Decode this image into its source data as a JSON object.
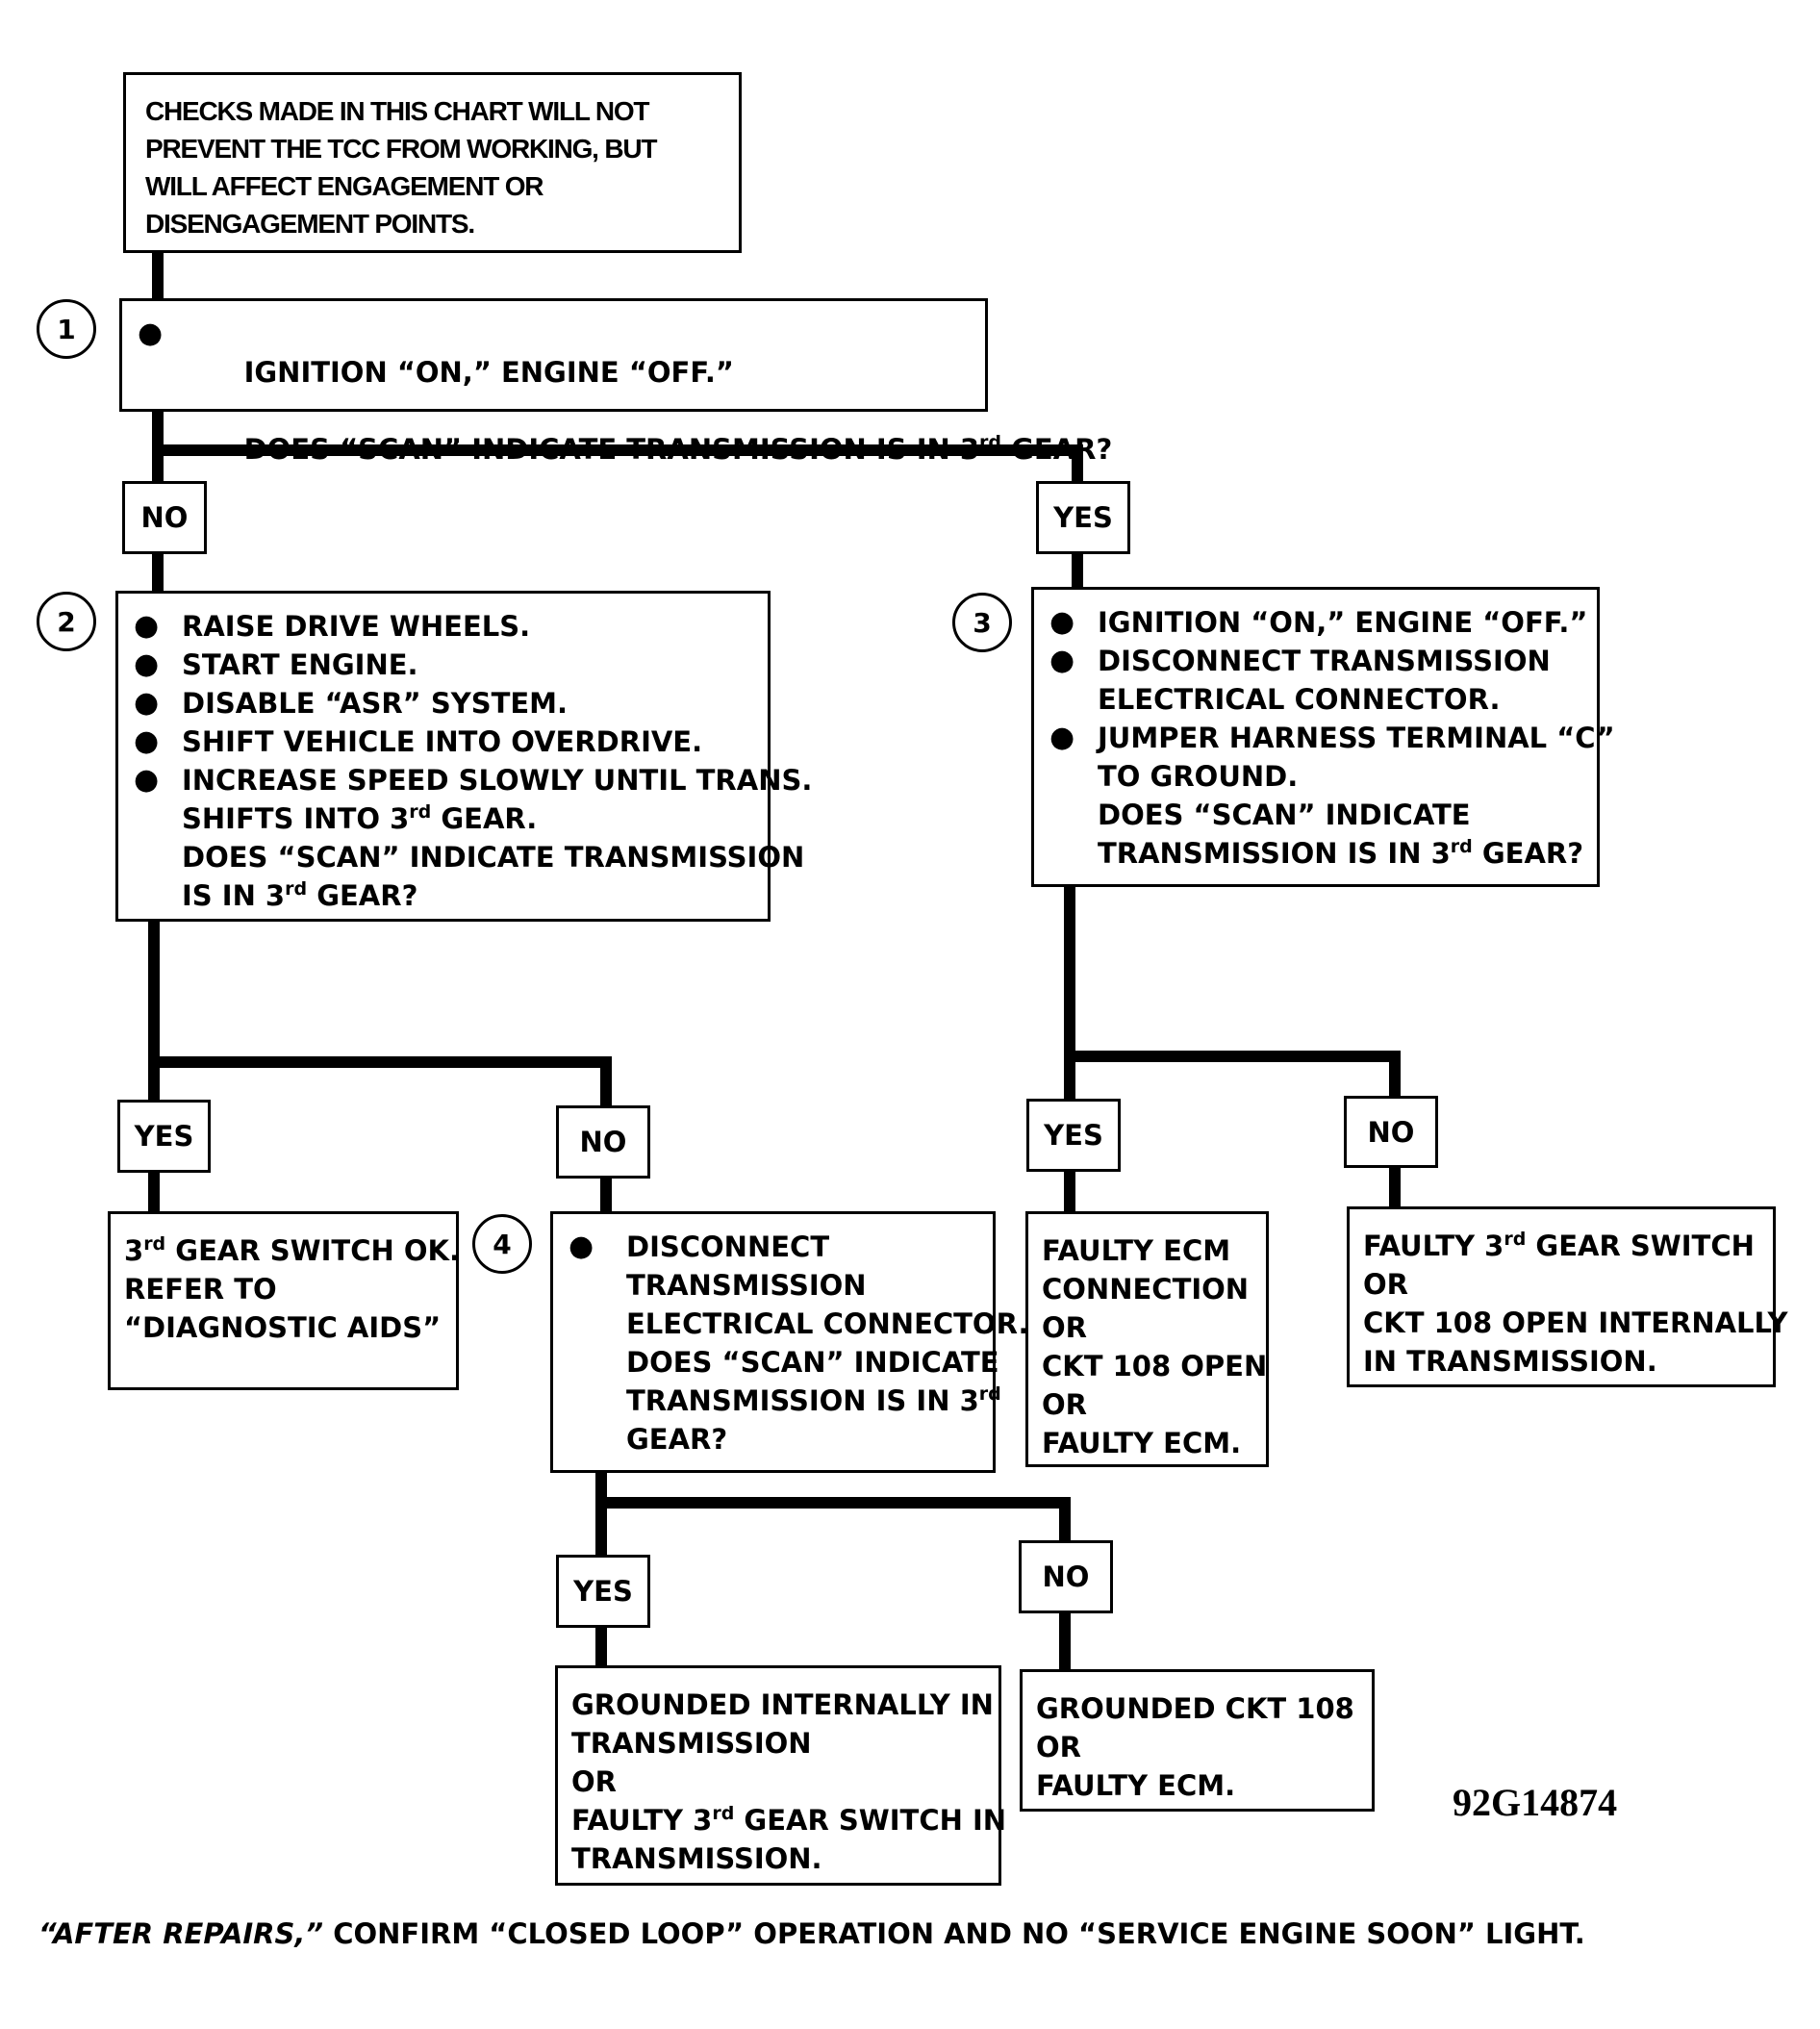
{
  "note": {
    "lines": [
      "CHECKS MADE IN THIS CHART WILL NOT",
      "PREVENT THE TCC FROM WORKING, BUT",
      "WILL AFFECT ENGAGEMENT OR",
      "DISENGAGEMENT POINTS."
    ]
  },
  "step1": {
    "num": "1",
    "b1": "IGNITION “ON,” ENGINE “OFF.”",
    "q_pre": "DOES “SCAN” INDICATE TRANSMISSION IS IN 3",
    "q_sup": "rd",
    "q_post": " GEAR?"
  },
  "step2": {
    "num": "2",
    "b1": "RAISE DRIVE WHEELS.",
    "b2": "START ENGINE.",
    "b3": "DISABLE “ASR” SYSTEM.",
    "b4": "SHIFT VEHICLE INTO OVERDRIVE.",
    "b5": "INCREASE SPEED SLOWLY UNTIL TRANS.",
    "b5_l2_pre": "SHIFTS INTO 3",
    "b5_l2_sup": "rd",
    "b5_l2_post": " GEAR.",
    "q_l1": "DOES “SCAN” INDICATE TRANSMISSION",
    "q_l2_pre": "IS IN 3",
    "q_l2_sup": "rd",
    "q_l2_post": " GEAR?"
  },
  "step3": {
    "num": "3",
    "b1": "IGNITION “ON,” ENGINE “OFF.”",
    "b2": "DISCONNECT TRANSMISSION\nELECTRICAL CONNECTOR.",
    "b3": "JUMPER HARNESS TERMINAL “C”\nTO GROUND.\nDOES “SCAN” INDICATE",
    "q_l2_pre": "TRANSMISSION IS IN 3",
    "q_l2_sup": "rd",
    "q_l2_post": " GEAR?"
  },
  "step4": {
    "num": "4",
    "b1": "DISCONNECT\nTRANSMISSION\nELECTRICAL CONNECTOR.\nDOES “SCAN” INDICATE",
    "q_pre": "TRANSMISSION IS IN 3",
    "q_sup": "rd",
    "q_post": "GEAR?"
  },
  "labels": {
    "s1_no": "NO",
    "s1_yes": "YES",
    "s2_yes": "YES",
    "s2_no": "NO",
    "s3_yes": "YES",
    "s3_no": "NO",
    "s4_yes": "YES",
    "s4_no": "NO"
  },
  "results": {
    "r_gear_ok_pre": "3",
    "r_gear_ok_sup": "rd",
    "r_gear_ok_post": " GEAR SWITCH OK.\nREFER TO\n“DIAGNOSTIC AIDS”",
    "r_ecm": "FAULTY ECM\nCONNECTION\nOR\nCKT 108 OPEN\nOR\nFAULTY ECM.",
    "r_switch_pre": "FAULTY 3",
    "r_switch_sup": "rd",
    "r_switch_post": " GEAR SWITCH\nOR\nCKT 108 OPEN INTERNALLY\nIN TRANSMISSION.",
    "r_grounded_int_pre": "GROUNDED INTERNALLY IN\nTRANSMISSION\nOR\nFAULTY 3",
    "r_grounded_int_sup": "rd",
    "r_grounded_int_post": " GEAR SWITCH IN\nTRANSMISSION.",
    "r_grounded_ckt": "GROUNDED CKT 108\nOR\nFAULTY ECM."
  },
  "figure_code": "92G14874",
  "footer": {
    "italic": "“AFTER REPAIRS,”",
    "rest": " CONFIRM “CLOSED LOOP” OPERATION AND NO “SERVICE ENGINE SOON” LIGHT."
  }
}
